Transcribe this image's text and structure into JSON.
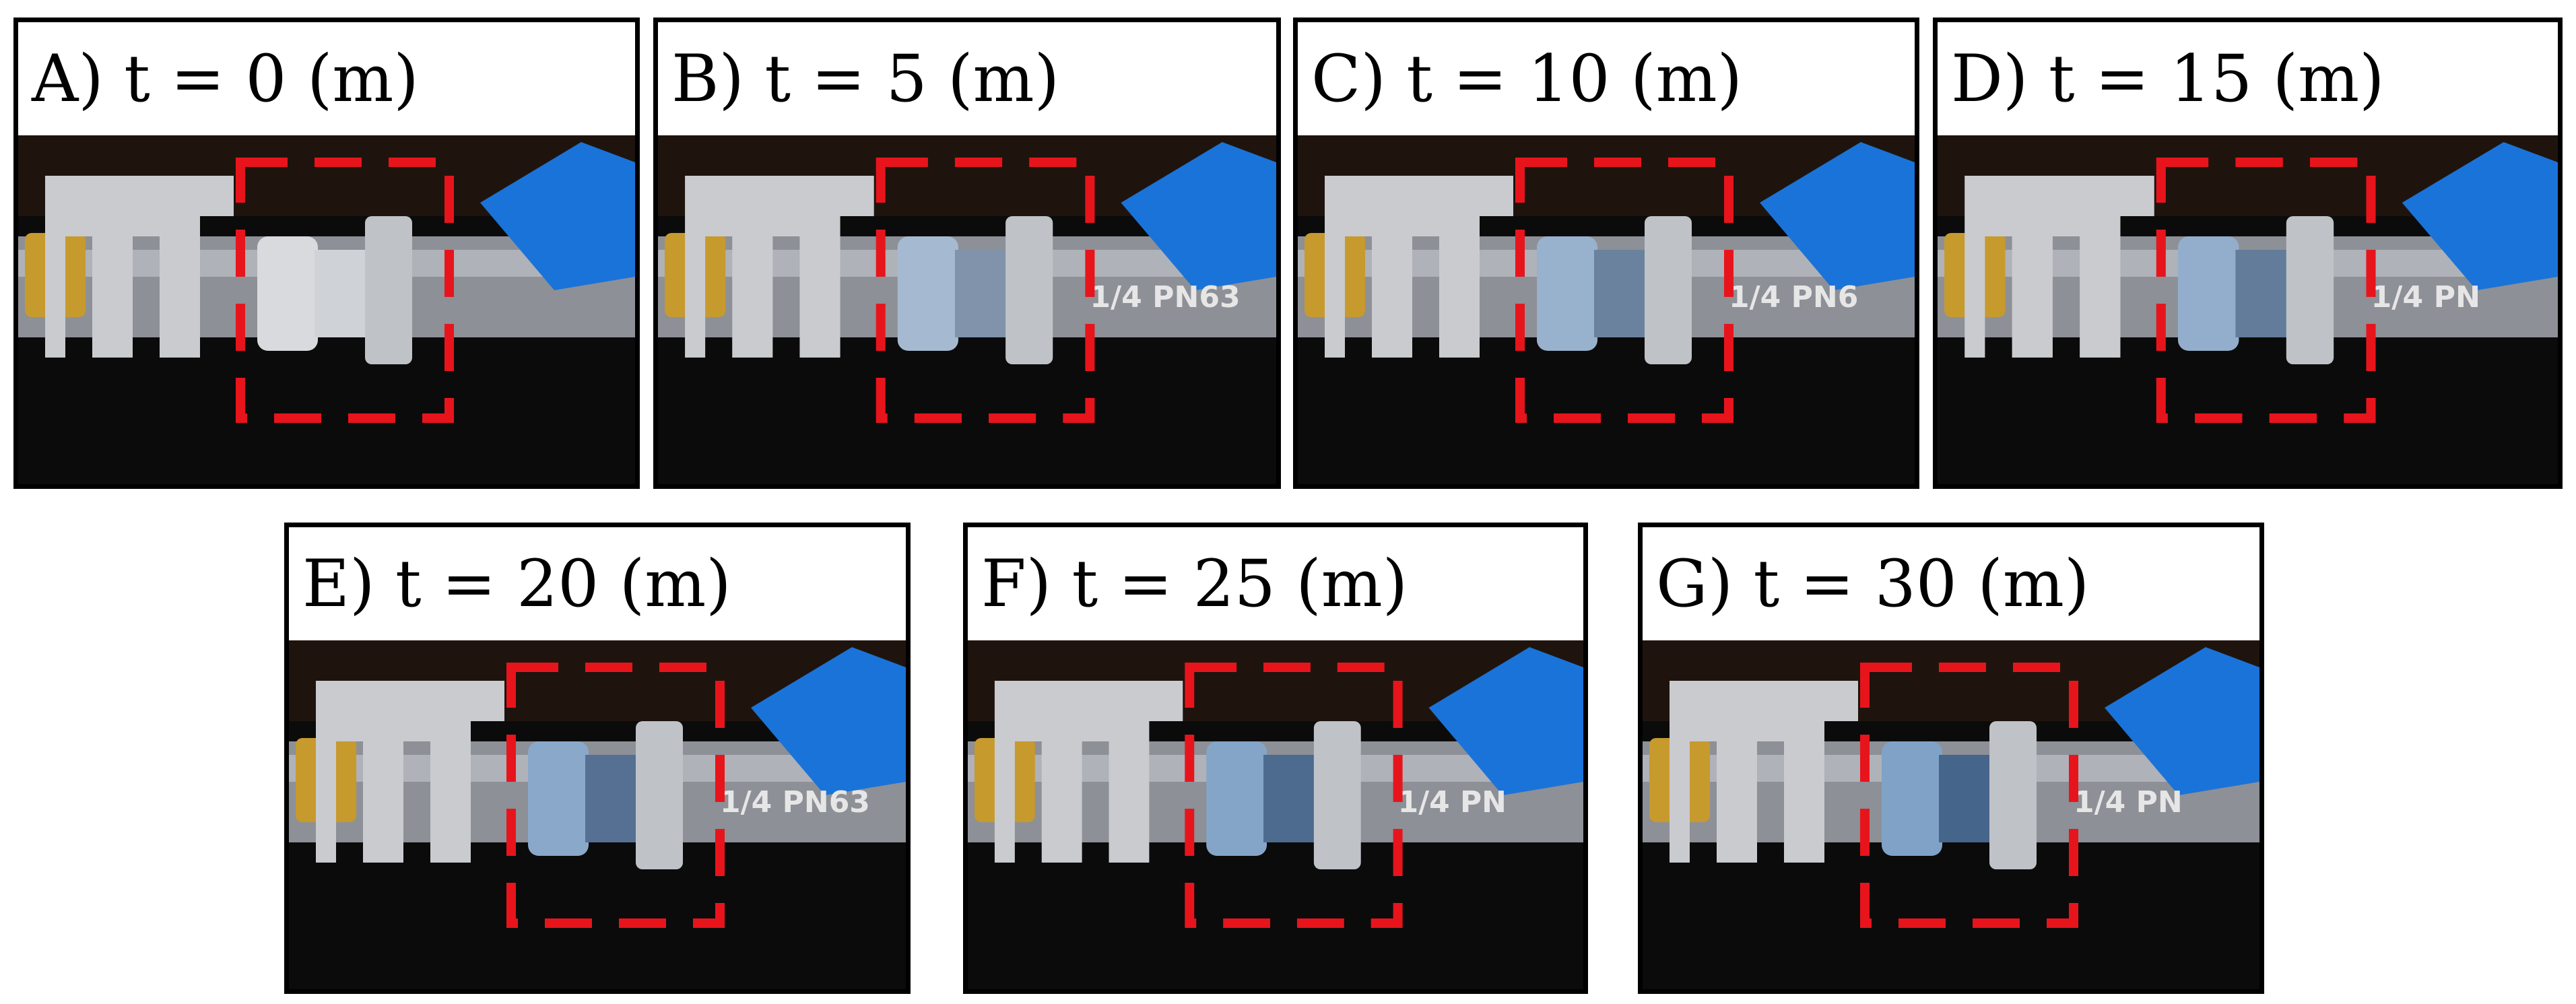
{
  "panels": [
    {
      "id": "A",
      "label": "A) t = 0 (m)",
      "marking": "",
      "blue_level": 0.0
    },
    {
      "id": "B",
      "label": "B) t = 5 (m)",
      "marking": "1/4 PN63",
      "blue_level": 0.55
    },
    {
      "id": "C",
      "label": "C) t = 10 (m)",
      "marking": "1/4 PN6",
      "blue_level": 0.7
    },
    {
      "id": "D",
      "label": "D) t = 15 (m)",
      "marking": "1/4 PN",
      "blue_level": 0.75
    },
    {
      "id": "E",
      "label": "E) t = 20 (m)",
      "marking": "1/4 PN63",
      "blue_level": 0.85
    },
    {
      "id": "F",
      "label": "F) t = 25 (m)",
      "marking": "1/4 PN",
      "blue_level": 0.9
    },
    {
      "id": "G",
      "label": "G) t = 30 (m)",
      "marking": "1/4 PN",
      "blue_level": 0.95
    }
  ],
  "colors": {
    "highlight_box": "#e8141c",
    "valve_handle": "#1a73d9",
    "clamp": "#c9cbcf",
    "brass": "#c79a2e",
    "pipe": "#8d9096",
    "background": "#0b0b0b"
  }
}
